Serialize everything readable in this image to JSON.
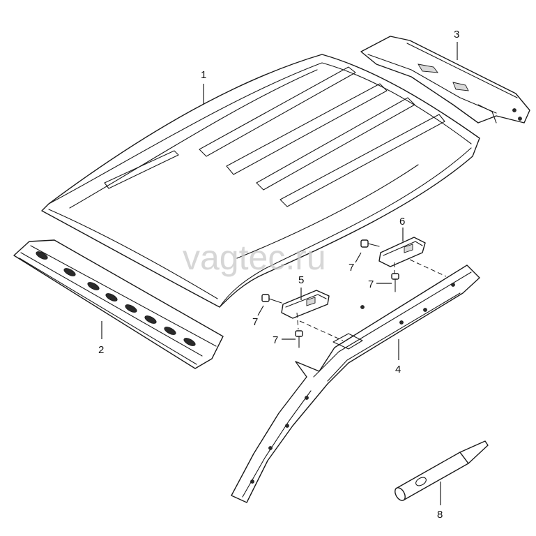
{
  "watermark": "vagtec.ru",
  "callouts": [
    {
      "id": "1",
      "label": "1"
    },
    {
      "id": "2",
      "label": "2"
    },
    {
      "id": "3",
      "label": "3"
    },
    {
      "id": "4",
      "label": "4"
    },
    {
      "id": "5",
      "label": "5"
    },
    {
      "id": "6",
      "label": "6"
    },
    {
      "id": "7a",
      "label": "7"
    },
    {
      "id": "7b",
      "label": "7"
    },
    {
      "id": "7c",
      "label": "7"
    },
    {
      "id": "7d",
      "label": "7"
    },
    {
      "id": "8",
      "label": "8"
    }
  ]
}
